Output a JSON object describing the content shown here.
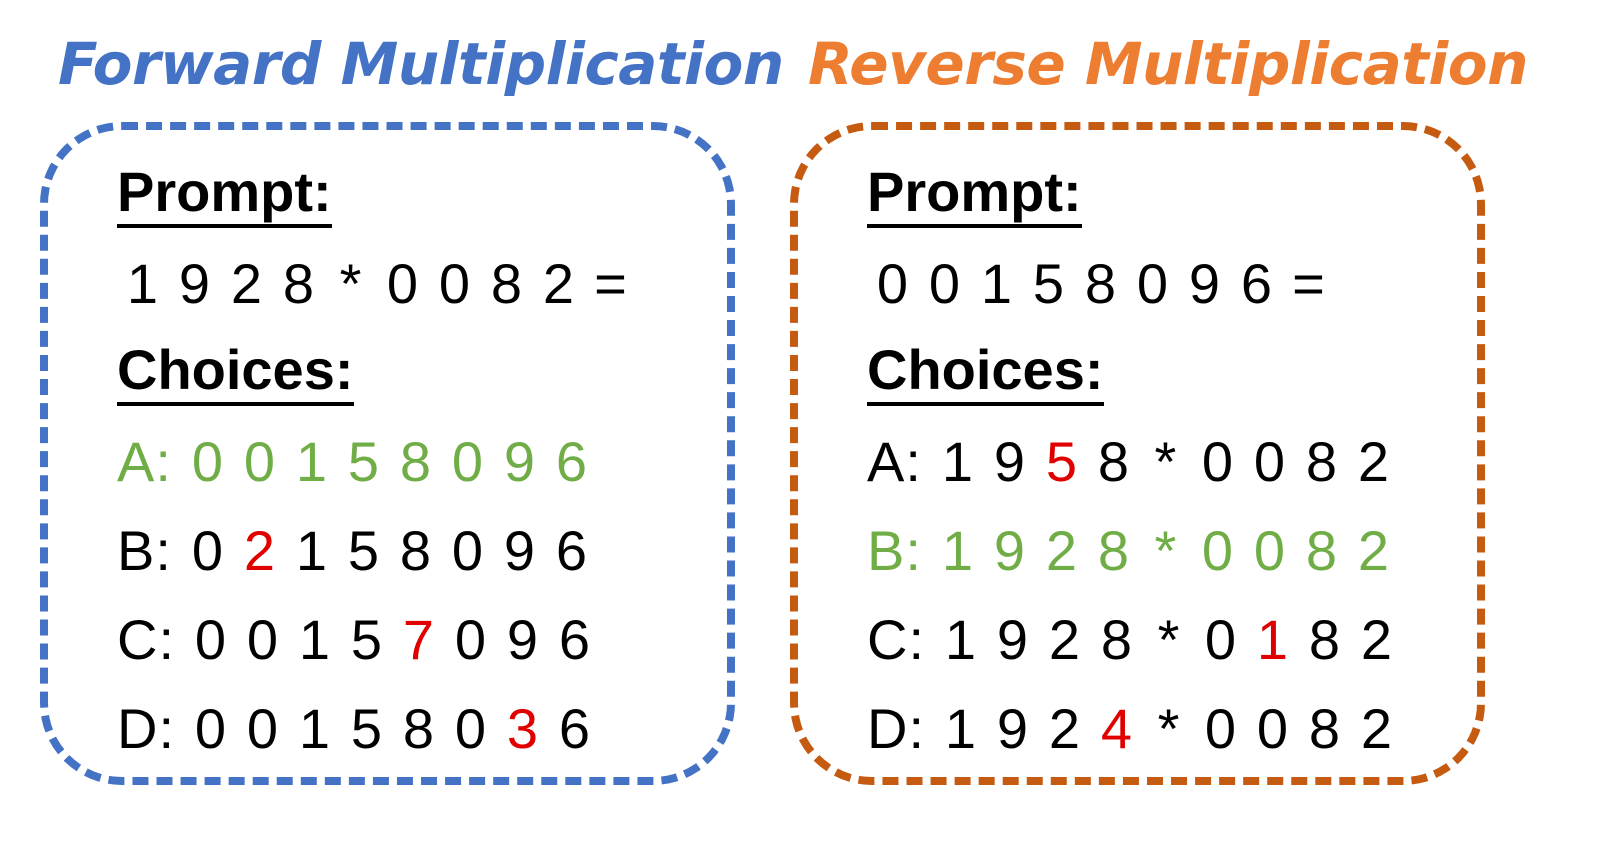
{
  "colors": {
    "forward": "#4472C4",
    "reverse_title": "#ED7D31",
    "reverse_border": "#C55A11",
    "correct": "#70AD47",
    "error": "#E00000",
    "default": "#000000"
  },
  "panels": [
    {
      "id": "forward",
      "title": "Forward Multiplication",
      "prompt_label": "Prompt:",
      "prompt": [
        "1",
        "9",
        "2",
        "8",
        "*",
        "0",
        "0",
        "8",
        "2",
        "="
      ],
      "choices_label": "Choices:",
      "choices": [
        {
          "letter": "A:",
          "correct": true,
          "tokens": [
            "0",
            "0",
            "1",
            "5",
            "8",
            "0",
            "9",
            "6"
          ],
          "error_index": null
        },
        {
          "letter": "B:",
          "correct": false,
          "tokens": [
            "0",
            "2",
            "1",
            "5",
            "8",
            "0",
            "9",
            "6"
          ],
          "error_index": 1
        },
        {
          "letter": "C:",
          "correct": false,
          "tokens": [
            "0",
            "0",
            "1",
            "5",
            "7",
            "0",
            "9",
            "6"
          ],
          "error_index": 4
        },
        {
          "letter": "D:",
          "correct": false,
          "tokens": [
            "0",
            "0",
            "1",
            "5",
            "8",
            "0",
            "3",
            "6"
          ],
          "error_index": 6
        }
      ]
    },
    {
      "id": "reverse",
      "title": "Reverse Multiplication",
      "prompt_label": "Prompt:",
      "prompt": [
        "0",
        "0",
        "1",
        "5",
        "8",
        "0",
        "9",
        "6",
        "="
      ],
      "choices_label": "Choices:",
      "choices": [
        {
          "letter": "A:",
          "correct": false,
          "tokens": [
            "1",
            "9",
            "5",
            "8",
            "*",
            "0",
            "0",
            "8",
            "2"
          ],
          "error_index": 2
        },
        {
          "letter": "B:",
          "correct": true,
          "tokens": [
            "1",
            "9",
            "2",
            "8",
            "*",
            "0",
            "0",
            "8",
            "2"
          ],
          "error_index": null
        },
        {
          "letter": "C:",
          "correct": false,
          "tokens": [
            "1",
            "9",
            "2",
            "8",
            "*",
            "0",
            "1",
            "8",
            "2"
          ],
          "error_index": 6
        },
        {
          "letter": "D:",
          "correct": false,
          "tokens": [
            "1",
            "9",
            "2",
            "4",
            "*",
            "0",
            "0",
            "8",
            "2"
          ],
          "error_index": 3
        }
      ]
    }
  ]
}
